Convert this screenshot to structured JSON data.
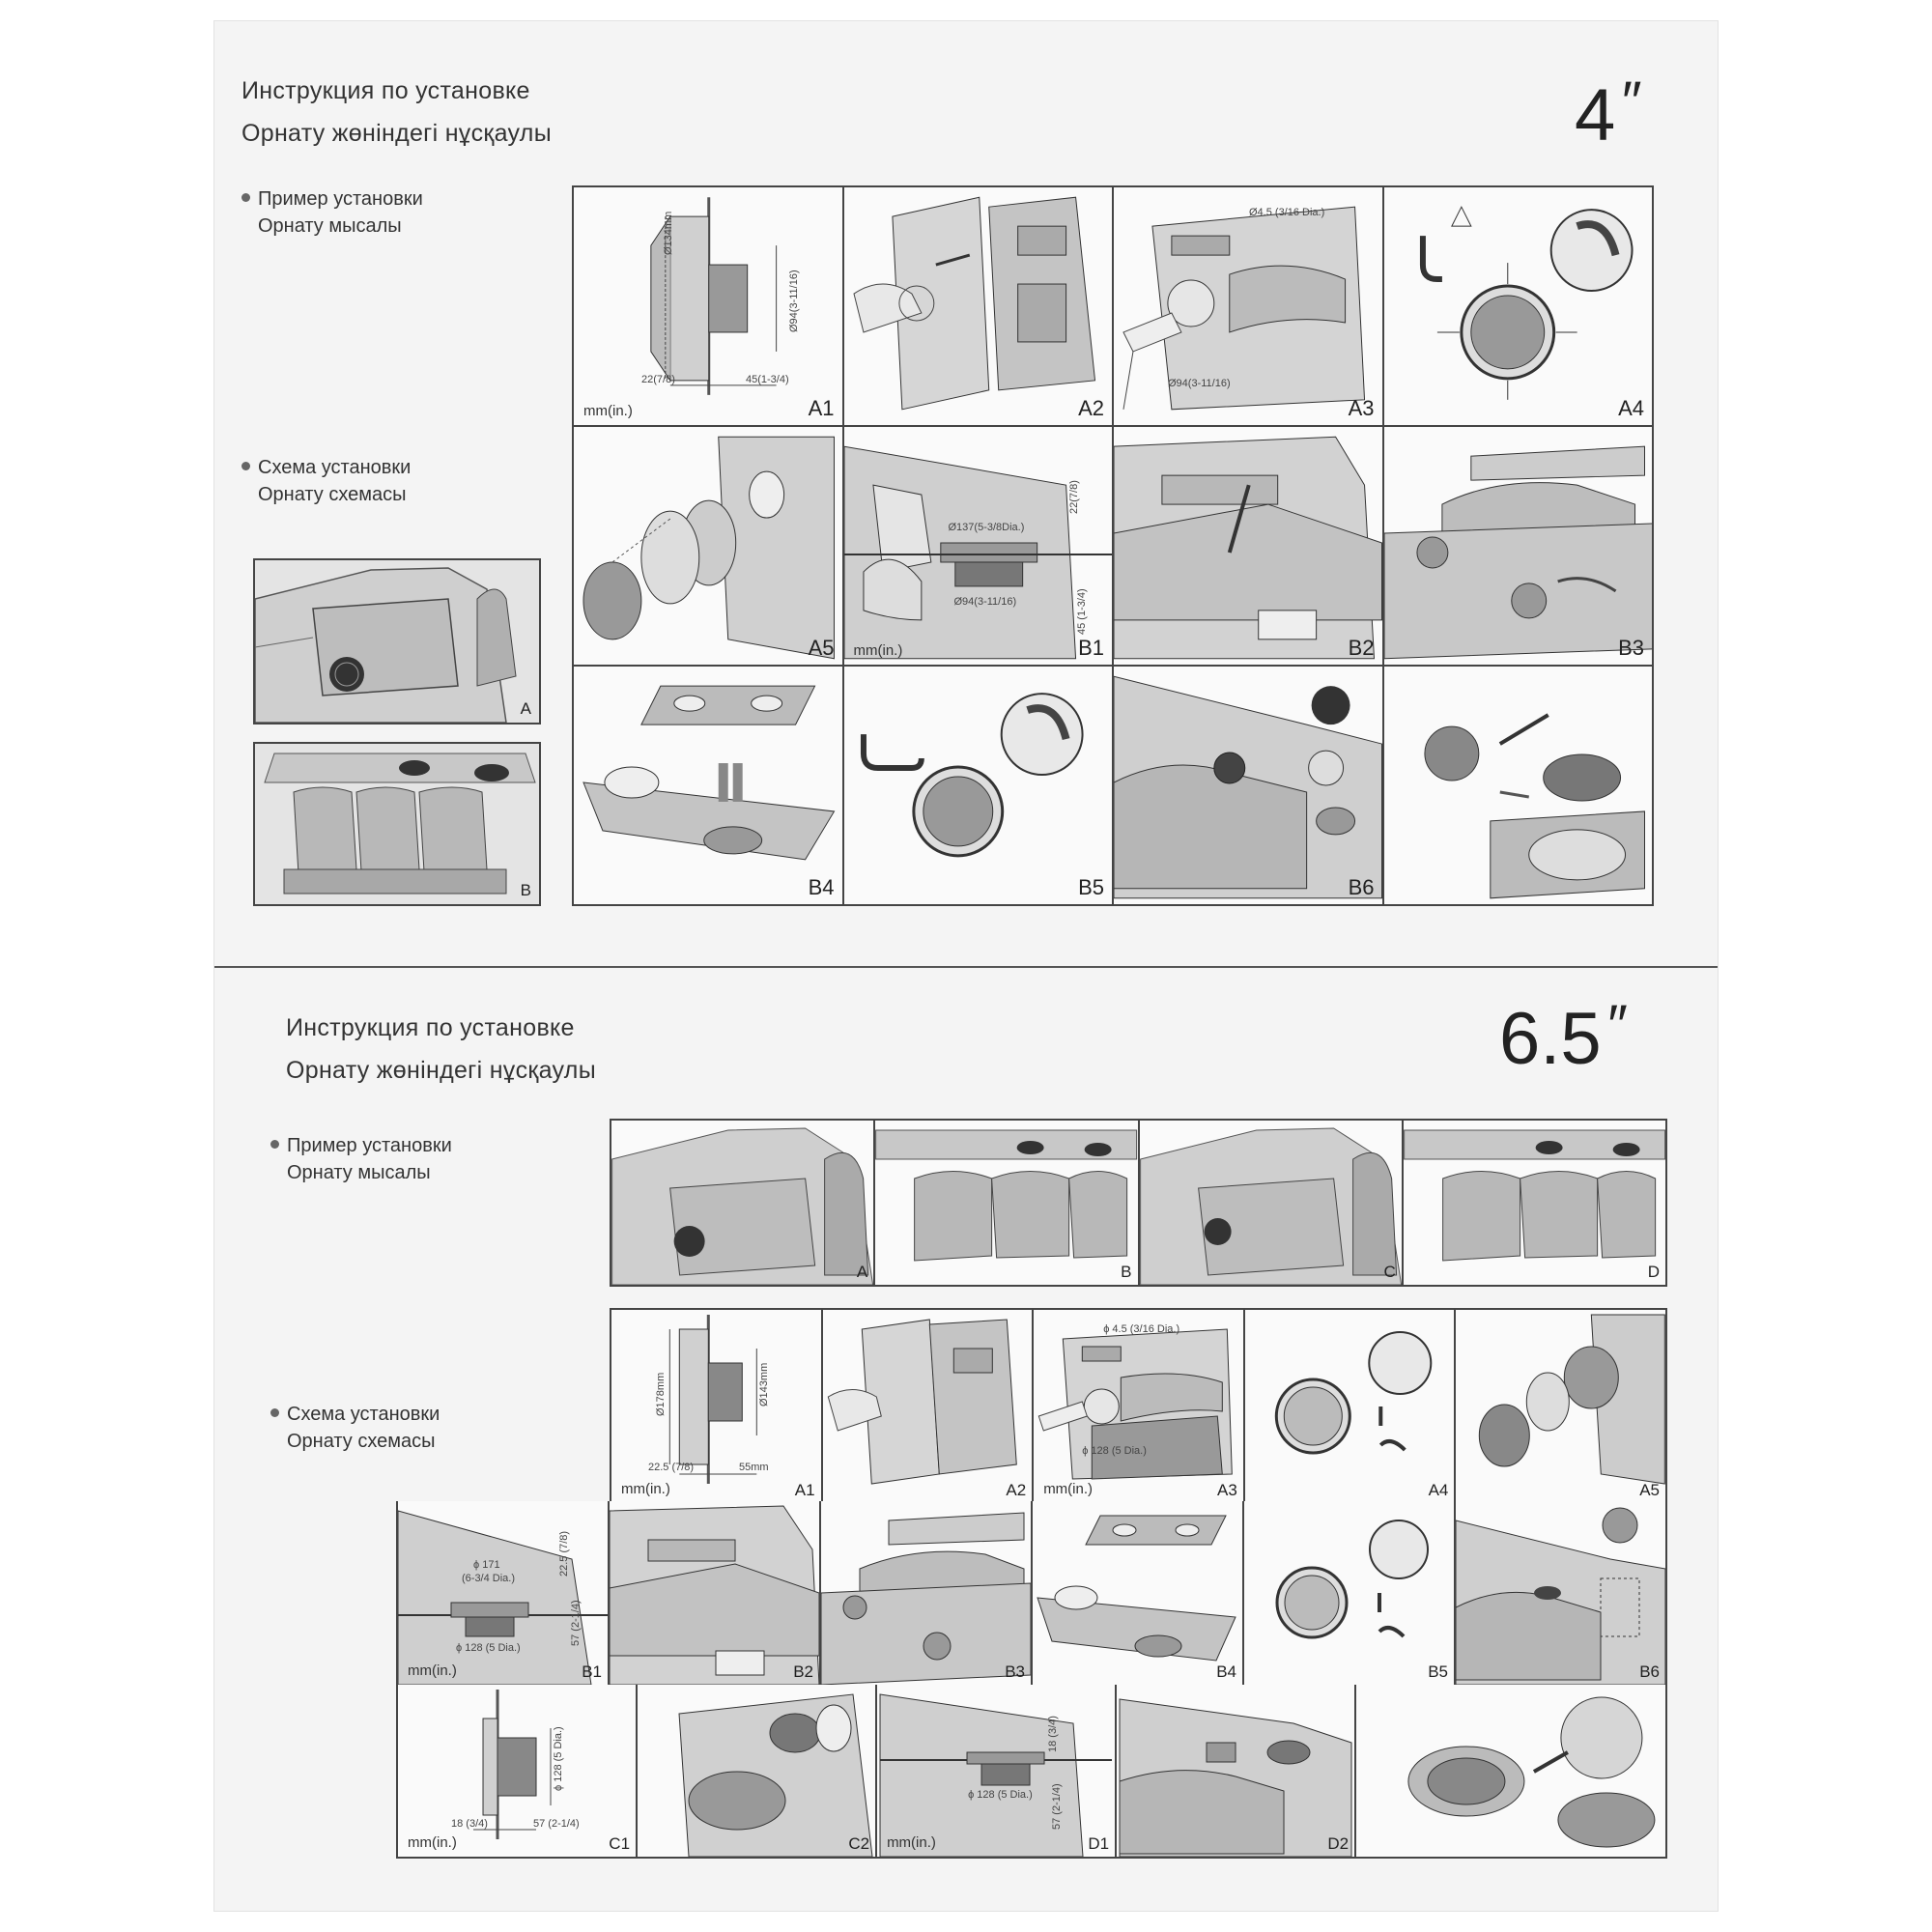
{
  "section4": {
    "heading_ru": "Инструкция по установке",
    "heading_kk": "Орнату жөніндегі нұсқаулы",
    "size": "4",
    "size_mark": "″",
    "example_ru": "Пример установки",
    "example_kk": "Орнату мысалы",
    "scheme_ru": "Схема установки",
    "scheme_kk": "Орнату схемасы",
    "example_panels": [
      "A",
      "B"
    ],
    "cells": [
      {
        "label": "A1",
        "unit": "mm(in.)",
        "dims": [
          "Ø134mm",
          "Ø94(3-11/16)",
          "22(7/8)",
          "45(1-3/4)"
        ]
      },
      {
        "label": "A2"
      },
      {
        "label": "A3",
        "dims": [
          "Ø4.5  (3/16 Dia.)",
          "Ø94(3-11/16)"
        ]
      },
      {
        "label": "A4"
      },
      {
        "label": "A5"
      },
      {
        "label": "B1",
        "unit": "mm(in.)",
        "dims": [
          "Ø137(5-3/8Dia.)",
          "Ø94(3-11/16)",
          "22(7/8)",
          "45 (1-3/4)"
        ]
      },
      {
        "label": "B2"
      },
      {
        "label": "B3"
      },
      {
        "label": "B4"
      },
      {
        "label": "B5"
      },
      {
        "label": "B6"
      },
      {
        "label": ""
      }
    ]
  },
  "section65": {
    "heading_ru": "Инструкция по установке",
    "heading_kk": "Орнату жөніндегі нұсқаулы",
    "size": "6.5",
    "size_mark": "″",
    "example_ru": "Пример установки",
    "example_kk": "Орнату мысалы",
    "scheme_ru": "Схема установки",
    "scheme_kk": "Орнату схемасы",
    "example_cells": [
      "A",
      "B",
      "C",
      "D"
    ],
    "row1": [
      {
        "label": "A1",
        "unit": "mm(in.)",
        "dims": [
          "Ø178mm",
          "Ø143mm",
          "22.5 (7/8)",
          "55mm"
        ]
      },
      {
        "label": "A2"
      },
      {
        "label": "A3",
        "unit": "mm(in.)",
        "dims": [
          "ϕ 4.5 (3/16 Dia.)",
          "ϕ 128 (5 Dia.)"
        ]
      },
      {
        "label": "A4"
      },
      {
        "label": "A5"
      }
    ],
    "row2": [
      {
        "label": "B1",
        "unit": "mm(in.)",
        "dims": [
          "ϕ 171",
          "(6-3/4 Dia.)",
          "ϕ 128 (5 Dia.)",
          "22.5 (7/8)",
          "57 (2-1/4)"
        ]
      },
      {
        "label": "B2"
      },
      {
        "label": "B3"
      },
      {
        "label": "B4"
      },
      {
        "label": "B5"
      },
      {
        "label": "B6"
      }
    ],
    "row3": [
      {
        "label": "C1",
        "unit": "mm(in.)",
        "dims": [
          "ϕ 128 (5 Dia.)",
          "18 (3/4)",
          "57 (2-1/4)"
        ]
      },
      {
        "label": "C2"
      },
      {
        "label": "D1",
        "unit": "mm(in.)",
        "dims": [
          "ϕ 128 (5 Dia.)",
          "18 (3/4)",
          "57 (2-1/4)"
        ]
      },
      {
        "label": "D2"
      },
      {
        "label": ""
      }
    ]
  }
}
